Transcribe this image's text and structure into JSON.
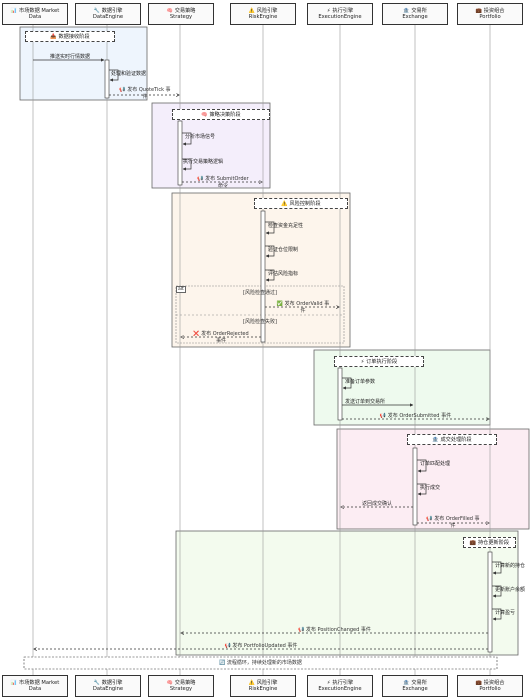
{
  "participants": [
    {
      "icon": "📊",
      "line1": "市场数据 Market",
      "line2": "Data"
    },
    {
      "icon": "🔧",
      "line1": "数据引擎",
      "line2": "DataEngine"
    },
    {
      "icon": "🧠",
      "line1": "交易策略",
      "line2": "Strategy"
    },
    {
      "icon": "⚠️",
      "line1": "风险引擎",
      "line2": "RiskEngine"
    },
    {
      "icon": "⚡",
      "line1": "执行引擎",
      "line2": "ExecutionEngine"
    },
    {
      "icon": "🏦",
      "line1": "交易所",
      "line2": "Exchange"
    },
    {
      "icon": "💼",
      "line1": "投资组合",
      "line2": "Portfolio"
    }
  ],
  "phases": {
    "data": "📥 数据接收阶段",
    "strategy": "🧠 策略决策阶段",
    "risk": "⚠️ 风险控制阶段",
    "order": "⚡ 订单执行阶段",
    "exec": "🏦 成交处理阶段",
    "portfolio": "💼 持仓更新阶段"
  },
  "messages": {
    "m1": "推送实时行情数据",
    "m2": "处理和验证数据",
    "m3a": "📢 发布 QuoteTick 事",
    "m3b": "件",
    "m4": "分析市场信号",
    "m5": "执行交易策略逻辑",
    "m6a": "📢 发布 SubmitOrder",
    "m6b": "命令",
    "m7": "检查资金充足性",
    "m8": "验证仓位限制",
    "m9": "评估风险指标",
    "m10a": "✅ 发布 OrderValid 事",
    "m10b": "件",
    "m11a": "❌ 发布 OrderRejected",
    "m11b": "事件",
    "m12": "准备订单参数",
    "m13": "发送订单到交易所",
    "m14": "📢 发布 OrderSubmitted 事件",
    "m15": "订单匹配处理",
    "m16": "执行成交",
    "m17": "返回成交确认",
    "m18a": "📢 发布 OrderFilled 事",
    "m18b": "件",
    "m19": "计算新的持仓",
    "m20": "更新账户余额",
    "m21": "计算盈亏",
    "m22": "📢 发布 PositionChanged 事件",
    "m23": "📢 发布 PortfolioUpdated 事件"
  },
  "alt": {
    "keyword": "alt",
    "pass": "[风险检查通过]",
    "fail": "[风险检查失败]"
  },
  "footer_note": "🔄 流程循环，持续处理新的市场数据",
  "colors": {
    "data_bg": "#eef5fd",
    "strategy_bg": "#f4eefb",
    "risk_bg": "#fdf5ec",
    "order_bg": "#eefaee",
    "exec_bg": "#fcedf3",
    "portfolio_bg": "#f3fbee",
    "line": "#333333"
  }
}
